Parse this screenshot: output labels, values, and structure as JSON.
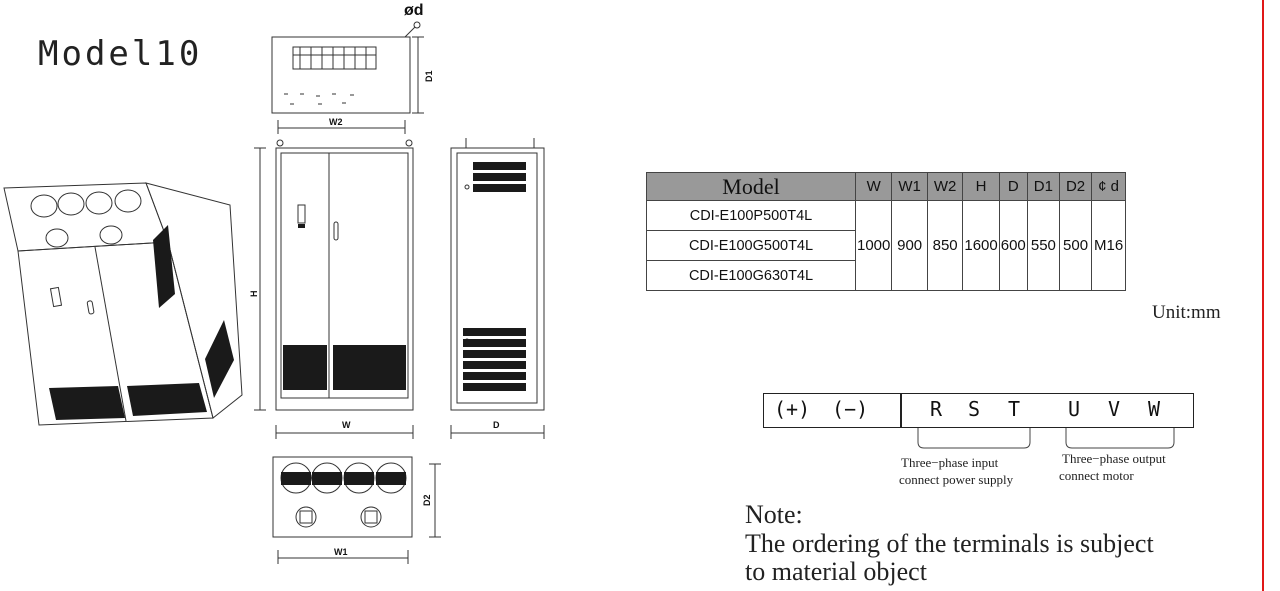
{
  "page": {
    "title": "Model10"
  },
  "drawing_labels": {
    "diameter": "ød",
    "d1": "D1",
    "w2": "W2",
    "h": "H",
    "w": "W",
    "d": "D",
    "d2": "D2",
    "w1": "W1"
  },
  "spec_table": {
    "headers": [
      "Model",
      "W",
      "W1",
      "W2",
      "H",
      "D",
      "D1",
      "D2",
      "¢ d"
    ],
    "models": [
      "CDI-E100P500T4L",
      "CDI-E100G500T4L",
      "CDI-E100G630T4L"
    ],
    "values": [
      "1000",
      "900",
      "850",
      "1600",
      "600",
      "550",
      "500",
      "M16"
    ]
  },
  "unit": "Unit:mm",
  "terminals": {
    "dc_terminals": [
      "(+)",
      "(−)"
    ],
    "input_terminals": [
      "R",
      "S",
      "T"
    ],
    "output_terminals": [
      "U",
      "V",
      "W"
    ],
    "input_label_line1": "Three−phase input",
    "input_label_line2": "connect power supply",
    "output_label_line1": "Three−phase  output",
    "output_label_line2": "connect  motor"
  },
  "note": {
    "label": "Note:",
    "line1": "The ordering of the terminals is subject",
    "line2": "to material object"
  },
  "colors": {
    "header_bg": "#999999",
    "edge_line": "#e01818",
    "vent_fill": "#1a1a1a"
  }
}
